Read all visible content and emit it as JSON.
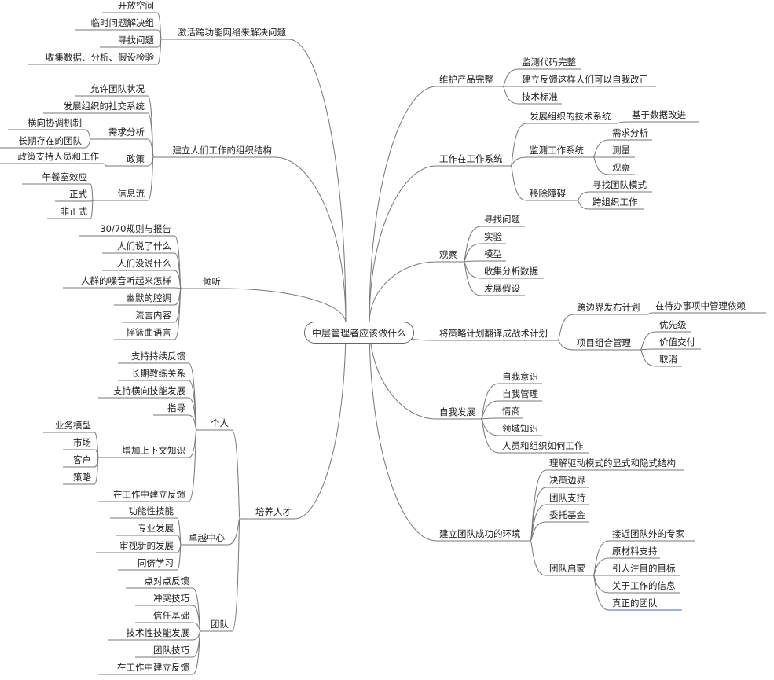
{
  "root": {
    "label": "中层管理者应该做什么"
  },
  "left": [
    {
      "label": "激活跨功能网络来解决问题",
      "children": [
        {
          "label": "开放空间"
        },
        {
          "label": "临时问题解决组"
        },
        {
          "label": "寻找问题"
        },
        {
          "label": "收集数据、分析、假设检验"
        }
      ]
    },
    {
      "label": "建立人们工作的组织结构",
      "children": [
        {
          "label": "允许团队状况"
        },
        {
          "label": "发展组织的社交系统"
        },
        {
          "label": "需求分析",
          "children": [
            {
              "label": "横向协调机制"
            },
            {
              "label": "长期存在的团队"
            }
          ]
        },
        {
          "label": "政策",
          "children": [
            {
              "label": "政策支持人员和工作"
            }
          ]
        },
        {
          "label": "信息流",
          "children": [
            {
              "label": "午餐室效应"
            },
            {
              "label": "正式"
            },
            {
              "label": "非正式"
            }
          ]
        }
      ]
    },
    {
      "label": "倾听",
      "children": [
        {
          "label": "30/70规则与报告"
        },
        {
          "label": "人们说了什么"
        },
        {
          "label": "人们没说什么"
        },
        {
          "label": "人群的噪音听起来怎样"
        },
        {
          "label": "幽默的腔调"
        },
        {
          "label": "流言内容"
        },
        {
          "label": "摇篮曲语言"
        }
      ]
    },
    {
      "label": "培养人才",
      "children": [
        {
          "label": "个人",
          "children": [
            {
              "label": "支持持续反馈"
            },
            {
              "label": "长期教练关系"
            },
            {
              "label": "支持横向技能发展"
            },
            {
              "label": "指导"
            },
            {
              "label": "增加上下文知识",
              "children": [
                {
                  "label": "业务模型"
                },
                {
                  "label": "市场"
                },
                {
                  "label": "客户"
                },
                {
                  "label": "策略"
                }
              ]
            },
            {
              "label": "在工作中建立反馈"
            }
          ]
        },
        {
          "label": "卓越中心",
          "children": [
            {
              "label": "功能性技能"
            },
            {
              "label": "专业发展"
            },
            {
              "label": "审视新的发展"
            },
            {
              "label": "同侪学习"
            }
          ]
        },
        {
          "label": "团队",
          "children": [
            {
              "label": "点对点反馈"
            },
            {
              "label": "冲突技巧"
            },
            {
              "label": "信任基础"
            },
            {
              "label": "技术性技能发展"
            },
            {
              "label": "团队技巧"
            },
            {
              "label": "在工作中建立反馈"
            }
          ]
        }
      ]
    }
  ],
  "right": [
    {
      "label": "维护产品完整",
      "children": [
        {
          "label": "监测代码完整"
        },
        {
          "label": "建立反馈这样人们可以自我改正"
        },
        {
          "label": "技术标准"
        }
      ]
    },
    {
      "label": "工作在工作系统",
      "children": [
        {
          "label": "发展组织的技术系统",
          "children": [
            {
              "label": "基于数据改进"
            }
          ]
        },
        {
          "label": "监测工作系统",
          "children": [
            {
              "label": "需求分析"
            },
            {
              "label": "测量"
            },
            {
              "label": "观察"
            }
          ]
        },
        {
          "label": "移除障碍",
          "children": [
            {
              "label": "寻找团队模式"
            },
            {
              "label": "跨组织工作"
            }
          ]
        }
      ]
    },
    {
      "label": "观察",
      "children": [
        {
          "label": "寻找问题"
        },
        {
          "label": "实验"
        },
        {
          "label": "模型"
        },
        {
          "label": "收集分析数据"
        },
        {
          "label": "发展假设"
        }
      ]
    },
    {
      "label": "将策略计划翻译成战术计划",
      "children": [
        {
          "label": "跨边界发布计划",
          "children": [
            {
              "label": "在待办事项中管理依赖"
            }
          ]
        },
        {
          "label": "项目组合管理",
          "children": [
            {
              "label": "优先级"
            },
            {
              "label": "价值交付"
            },
            {
              "label": "取消"
            }
          ]
        }
      ]
    },
    {
      "label": "自我发展",
      "children": [
        {
          "label": "自我意识"
        },
        {
          "label": "自我管理"
        },
        {
          "label": "情商"
        },
        {
          "label": "领域知识"
        },
        {
          "label": "人员和组织如何工作"
        }
      ]
    },
    {
      "label": "建立团队成功的环境",
      "children": [
        {
          "label": "理解驱动模式的显式和隐式结构"
        },
        {
          "label": "决策边界"
        },
        {
          "label": "团队支持"
        },
        {
          "label": "委托基金"
        },
        {
          "label": "团队启蒙",
          "children": [
            {
              "label": "接近团队外的专家"
            },
            {
              "label": "原材料支持"
            },
            {
              "label": "引人注目的目标"
            },
            {
              "label": "关于工作的信息"
            },
            {
              "label": "真正的团队",
              "highlight": "#4466cc"
            }
          ]
        }
      ]
    }
  ],
  "colors": {
    "line": "#777777",
    "text": "#222222",
    "highlight": "#4466cc"
  }
}
